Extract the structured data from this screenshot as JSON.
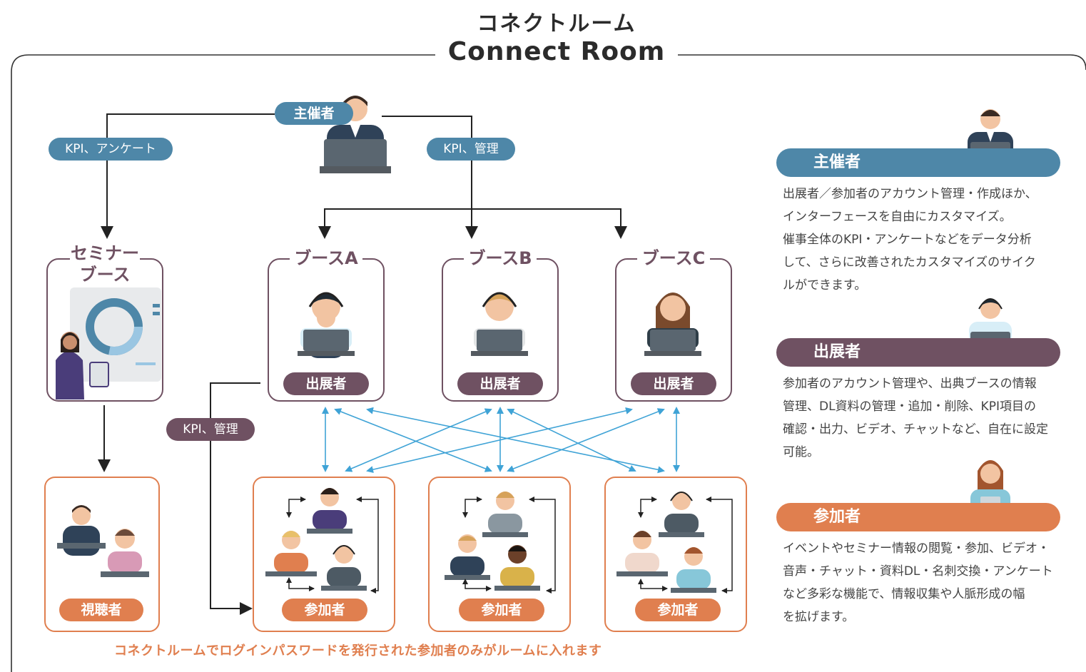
{
  "title_jp": "コネクトルーム",
  "title_en": "Connect Room",
  "labels": {
    "organizer": "主催者",
    "kpi_survey": "KPI、アンケート",
    "kpi_manage": "KPI、管理",
    "kpi_manage_left": "KPI、管理",
    "seminar_booth": "セミナー\nブース",
    "booth_a": "ブースA",
    "booth_b": "ブースB",
    "booth_c": "ブースC",
    "exhibitor": "出展者",
    "participant": "参加者",
    "viewer": "視聴者"
  },
  "footnote": "コネクトルームでログインパスワードを発行された参加者のみがルームに入れます",
  "side": {
    "organizer": {
      "title": "主催者",
      "lines": [
        "出展者／参加者のアカウント管理・作成ほか、",
        "インターフェースを自由にカスタマイズ。",
        "催事全体のKPI・アンケートなどをデータ分析",
        "して、さらに改善されたカスタマイズのサイク",
        "ルができます。"
      ]
    },
    "exhibitor": {
      "title": "出展者",
      "lines": [
        "参加者のアカウント管理や、出典ブースの情報",
        "管理、DL資料の管理・追加・削除、KPI項目の",
        "確認・出力、ビデオ、チャットなど、自在に設定",
        "可能。"
      ]
    },
    "participant": {
      "title": "参加者",
      "lines": [
        "イベントやセミナー情報の閲覧・参加、ビデオ・",
        "音声・チャット・資料DL・名刺交換・アンケート",
        "など多彩な機能で、情報収集や人脈形成の幅",
        "を拡げます。"
      ]
    }
  },
  "colors": {
    "blue": "#4e87a8",
    "plum": "#6f5162",
    "orange": "#e07f4f",
    "link": "#3fa3d6",
    "line": "#222222"
  },
  "icons": [
    "organizer-person-icon",
    "headset-person-icon",
    "seminar-presenter-icon",
    "donut-chart-icon",
    "laptop-icon"
  ]
}
